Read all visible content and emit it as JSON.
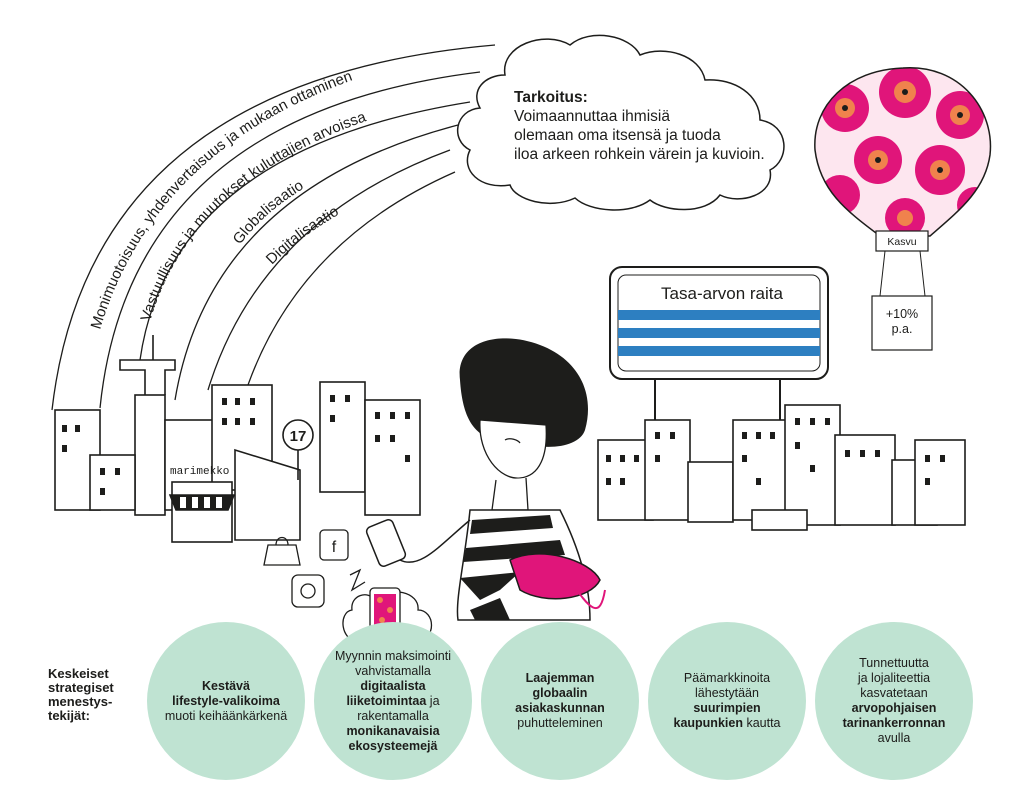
{
  "arcs": [
    "Monimuotoisuus, yhdenvertaisuus ja mukaan ottaminen",
    "Vastuullisuus ja muutokset kuluttajien arvoissa",
    "Globalisaatio",
    "Digitalisaatio"
  ],
  "cloud": {
    "title": "Tarkoitus:",
    "lines": [
      "Voimaannuttaa ihmisiä",
      "olemaan oma itsensä ja tuoda",
      "iloa arkeen rohkein värein ja kuvioin."
    ]
  },
  "billboard": {
    "title": "Tasa-arvon raita"
  },
  "balloon": {
    "label": "Kasvu",
    "growth_line1": "+10%",
    "growth_line2": "p.a."
  },
  "shop": {
    "name": "marimekko"
  },
  "sign_glyph": "17",
  "factors_label": [
    "Keskeiset",
    "strategiset",
    "menestys-",
    "tekijät:"
  ],
  "factors": [
    {
      "parts": [
        {
          "t": "Kestävä",
          "b": true
        },
        {
          "t": "\n"
        },
        {
          "t": "lifestyle-valikoima",
          "b": true
        },
        {
          "t": "\n"
        },
        {
          "t": "muoti keihäänkärkenä"
        }
      ]
    },
    {
      "parts": [
        {
          "t": "Myynnin maksimointi"
        },
        {
          "t": "\n"
        },
        {
          "t": "vahvistamalla"
        },
        {
          "t": "\n"
        },
        {
          "t": "digitaalista",
          "b": true
        },
        {
          "t": "\n"
        },
        {
          "t": "liiketoimintaa",
          "b": true
        },
        {
          "t": " ja"
        },
        {
          "t": "\n"
        },
        {
          "t": "rakentamalla"
        },
        {
          "t": "\n"
        },
        {
          "t": "monikanavaisia",
          "b": true
        },
        {
          "t": "\n"
        },
        {
          "t": "ekosysteemejä",
          "b": true
        }
      ]
    },
    {
      "parts": [
        {
          "t": "Laajemman",
          "b": true
        },
        {
          "t": "\n"
        },
        {
          "t": "globaalin",
          "b": true
        },
        {
          "t": "\n"
        },
        {
          "t": "asiakaskunnan",
          "b": true
        },
        {
          "t": "\n"
        },
        {
          "t": "puhutteleminen"
        }
      ]
    },
    {
      "parts": [
        {
          "t": "Päämarkkinoita"
        },
        {
          "t": "\n"
        },
        {
          "t": "lähestytään"
        },
        {
          "t": "\n"
        },
        {
          "t": "suurimpien",
          "b": true
        },
        {
          "t": "\n"
        },
        {
          "t": "kaupunkien",
          "b": true
        },
        {
          "t": " kautta"
        }
      ]
    },
    {
      "parts": [
        {
          "t": "Tunnettuutta"
        },
        {
          "t": "\n"
        },
        {
          "t": "ja lojaliteettia"
        },
        {
          "t": "\n"
        },
        {
          "t": "kasvatetaan"
        },
        {
          "t": "\n"
        },
        {
          "t": "arvopohjaisen",
          "b": true
        },
        {
          "t": "\n"
        },
        {
          "t": "tarinankerronnan",
          "b": true
        },
        {
          "t": "\n"
        },
        {
          "t": "avulla"
        }
      ]
    }
  ],
  "colors": {
    "circle": "#bfe3d2",
    "stripe_blue": "#2d7fc1",
    "pink": "#e0157a",
    "ink": "#1d1d1b"
  }
}
